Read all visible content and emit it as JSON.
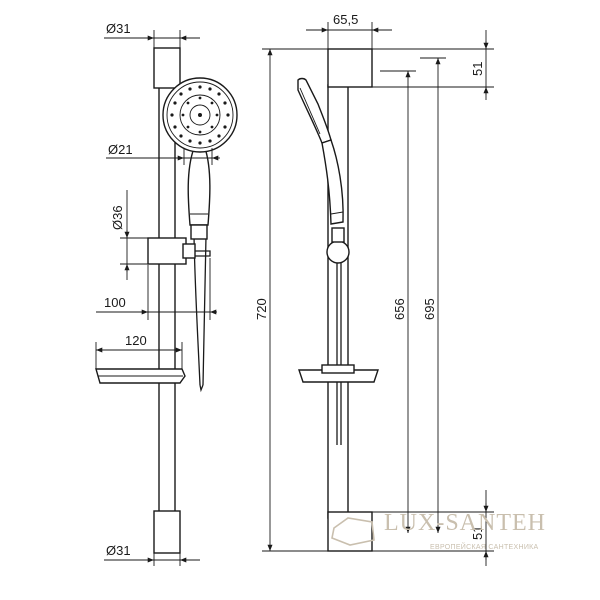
{
  "dimensions": {
    "rail_diameter_top": "Ø31",
    "handle_diameter": "Ø21",
    "holder_diameter": "Ø36",
    "holder_offset": "100",
    "soap_dish_width": "120",
    "rail_diameter_bottom": "Ø31",
    "bracket_width": "65,5",
    "bracket_height_top": "51",
    "total_height": "720",
    "height_656": "656",
    "height_695": "695",
    "bracket_height_bottom": "51"
  },
  "watermark": {
    "brand": "LUX-SANTEH",
    "tagline": "ЕВРОПЕЙСКАЯ САНТЕХНИКА"
  },
  "colors": {
    "line": "#1a1a1a",
    "watermark": "#c9bfae"
  }
}
